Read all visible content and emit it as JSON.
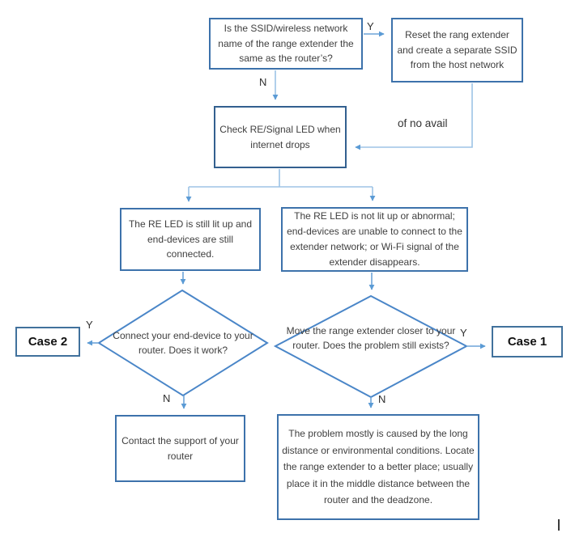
{
  "diagram": {
    "type": "flowchart",
    "topic": "Range extender connectivity troubleshooting",
    "colors": {
      "box_border": "#3d72ab",
      "check_box_border": "#33608f",
      "diamond_border": "#4a86c8",
      "arrow_line_light": "#9dc3e6",
      "arrow_line_medium": "#6da3d8",
      "arrow_head": "#5b9bd5",
      "text": "#3f3f3f"
    }
  },
  "nodes": {
    "q_ssid": "Is the SSID/wireless network name of the range extender the same as the router’s?",
    "reset": "Reset the rang extender and create a separate SSID from the host network",
    "check": "Check RE/Signal LED when internet drops",
    "led_on": "The RE LED is still lit up and end-devices are still connected.",
    "led_off": "The RE LED is not lit up or abnormal; end-devices are unable to connect to the extender network; or Wi-Fi signal of the extender disappears.",
    "d_connect": "Connect your end-device to your router. Does it work?",
    "d_move": "Move the range extender closer to your router. Does the problem still exists?",
    "case2": "Case 2",
    "case1": "Case 1",
    "contact": "Contact the support of your router",
    "problem": "The problem mostly is caused by the long distance or environmental conditions. Locate the range extender to a better place; usually place it in the middle distance between the router and the deadzone."
  },
  "labels": {
    "yes_top": "Y",
    "no_top": "N",
    "no_avail": "of no avail",
    "yes_case2": "Y",
    "no_left": "N",
    "yes_case1": "Y",
    "no_right": "N"
  }
}
